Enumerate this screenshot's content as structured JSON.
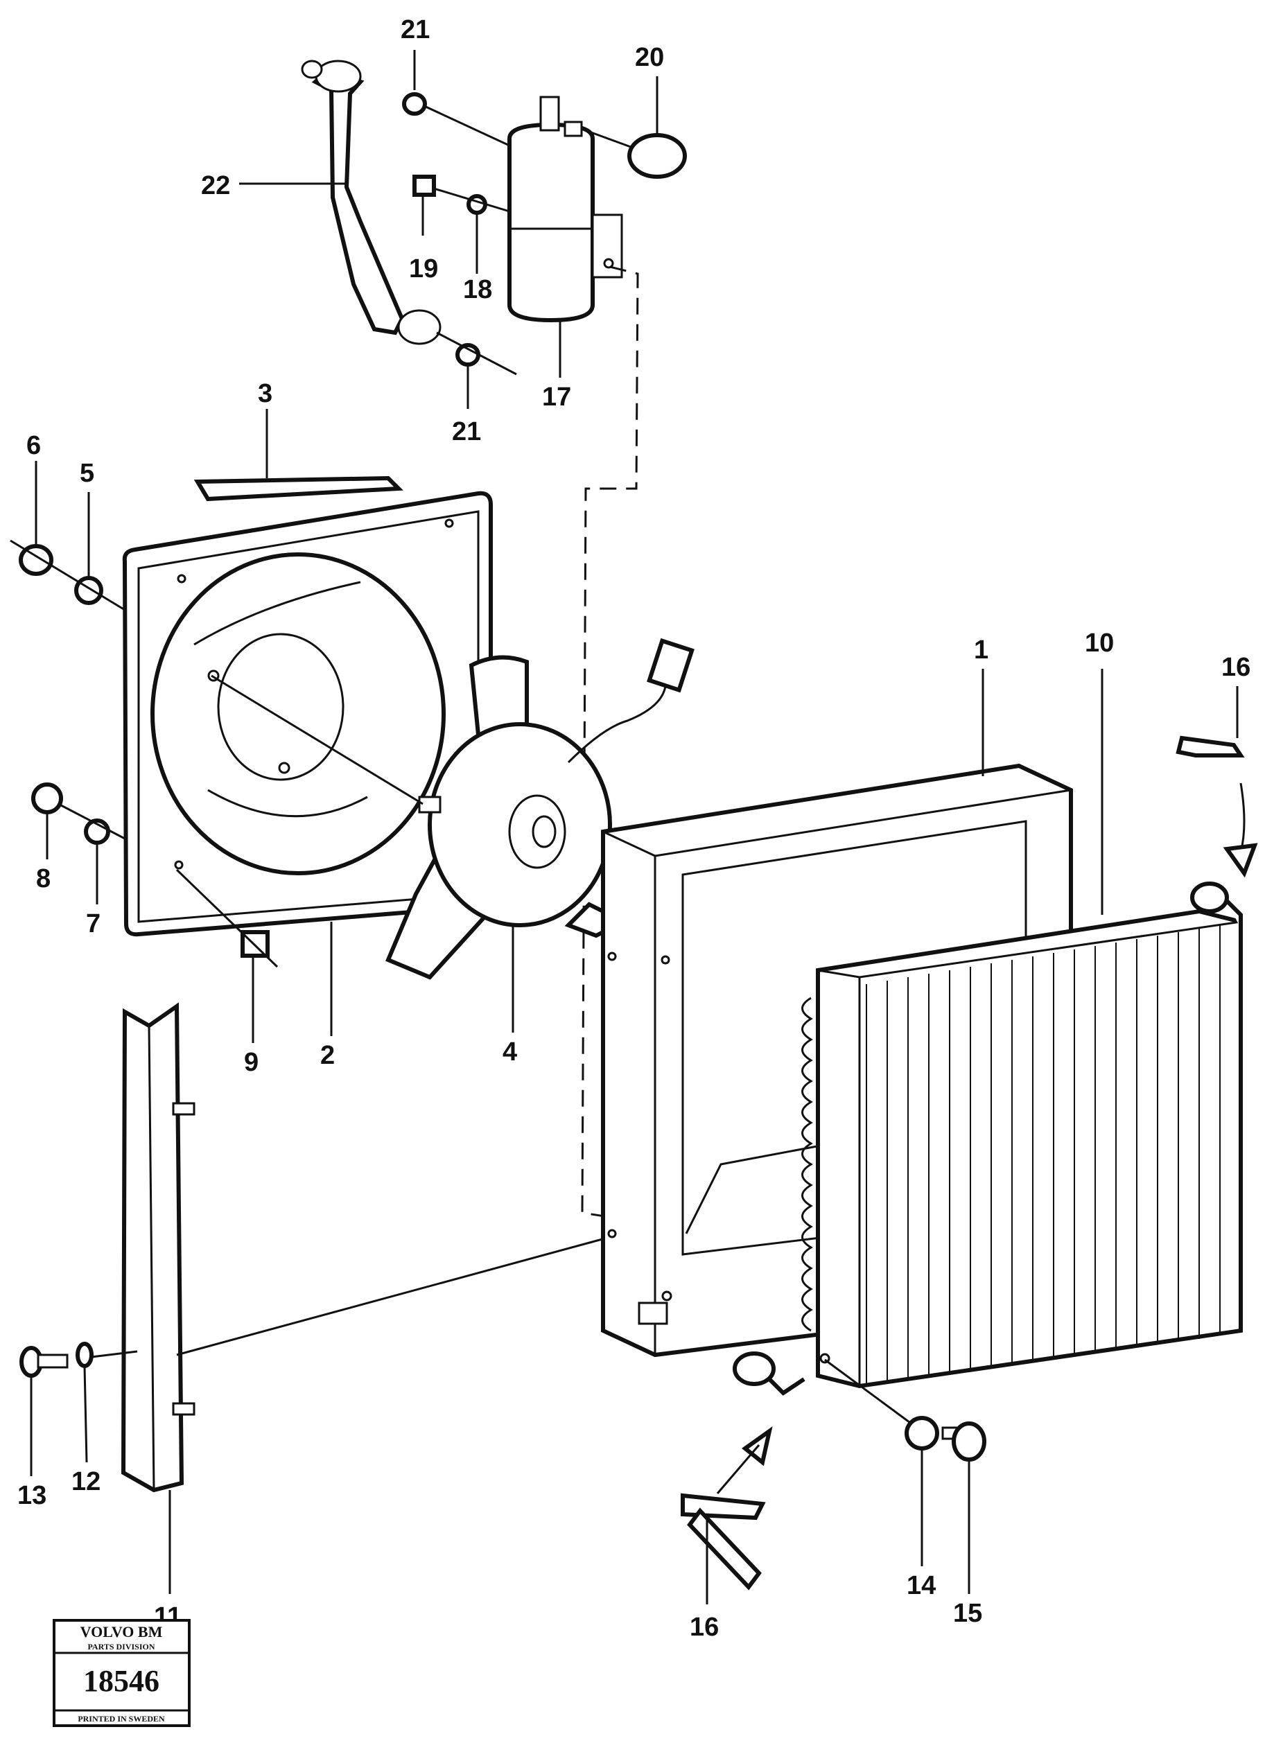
{
  "callouts": {
    "n1": "1",
    "n2": "2",
    "n3": "3",
    "n4": "4",
    "n5": "5",
    "n6": "6",
    "n7": "7",
    "n8": "8",
    "n9": "9",
    "n10": "10",
    "n11": "11",
    "n12": "12",
    "n13": "13",
    "n14": "14",
    "n15": "15",
    "n16a": "16",
    "n16b": "16",
    "n17": "17",
    "n18": "18",
    "n19": "19",
    "n20": "20",
    "n21a": "21",
    "n21b": "21",
    "n22": "22"
  },
  "stamp": {
    "brand": "VOLVO BM",
    "division": "PARTS DIVISION",
    "number": "18546",
    "origin": "PRINTED IN SWEDEN"
  }
}
